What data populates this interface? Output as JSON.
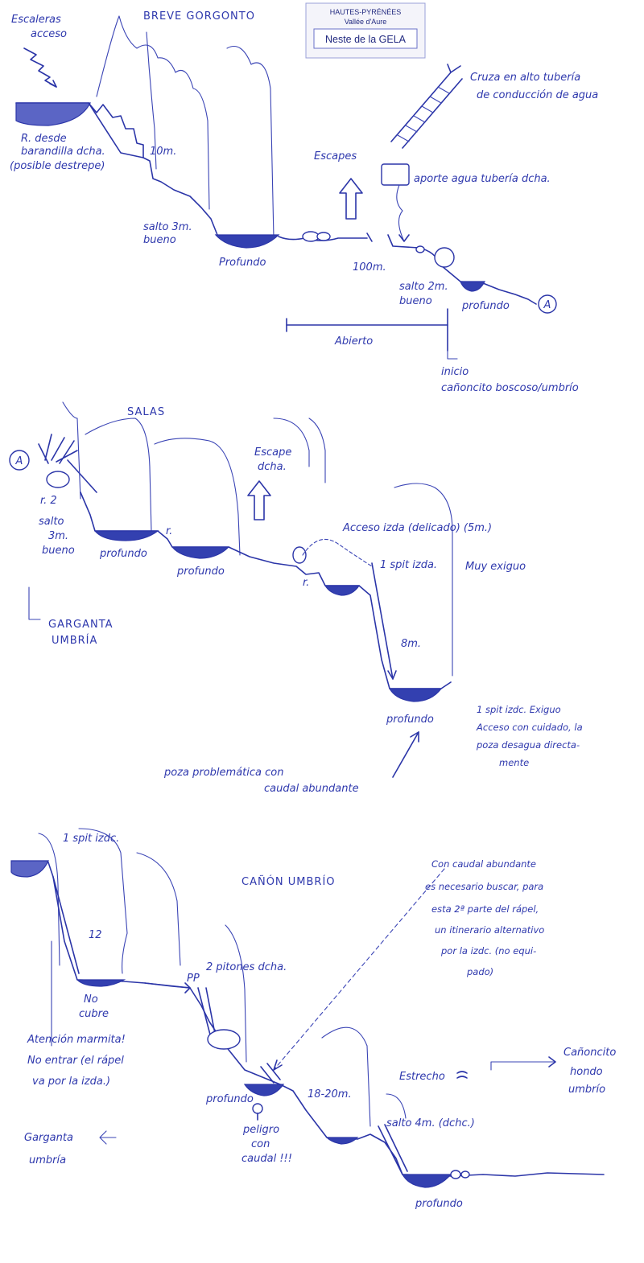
{
  "header": {
    "region": "HAUTES-PYRÉNÉES",
    "valley": "Vallée d'Aure",
    "name": "Neste de la GELA"
  },
  "section1": {
    "escaleras": [
      "Escaleras",
      "acceso"
    ],
    "breve": "BREVE GORGONTO",
    "r_desde": [
      "R. desde",
      "barandilla dcha.",
      "(posible destrepe)"
    ],
    "h10m": "10m.",
    "salto3": [
      "salto 3m.",
      "bueno"
    ],
    "profundo": "Profundo",
    "escapes": "Escapes",
    "d100m": "100m.",
    "cruza": [
      "Cruza en alto tubería",
      "de conducción de agua"
    ],
    "aporte": "aporte agua tubería dcha.",
    "salto2": [
      "salto 2m.",
      "bueno"
    ],
    "profundo2": "profundo",
    "markA": "A",
    "abierto": "Abierto",
    "inicio": [
      "inicio",
      "cañoncito boscoso/umbrío"
    ]
  },
  "section2": {
    "markA": "A",
    "salas": "SALAS",
    "r2": "r. 2",
    "salto3": [
      "salto",
      "3m.",
      "bueno"
    ],
    "profundo1": "profundo",
    "r1": "r.",
    "profundo2": "profundo",
    "escape": [
      "Escape",
      "dcha."
    ],
    "r3": "r.",
    "acceso": "Acceso izda (delicado) (5m.)",
    "spit": "1 spit izda.",
    "muy": "Muy exiguo",
    "h8m": "8m.",
    "garganta": [
      "GARGANTA",
      "UMBRÍA"
    ],
    "profundo3": "profundo",
    "spit2": [
      "1 spit izdc. Exiguo",
      "Acceso con cuidado, la",
      "poza desagua directa-",
      "mente"
    ],
    "poza": [
      "poza problemática con",
      "caudal abundante"
    ]
  },
  "section3": {
    "spit": "1 spit izdc.",
    "canon": "CAÑÓN UMBRÍO",
    "caudal": [
      "Con caudal abundante",
      "es necesario buscar, para",
      "esta 2ª parte del rápel,",
      "un itinerario alternativo",
      "por la izdc. (no equi-",
      "pado)"
    ],
    "h12": "12",
    "nocubre": [
      "No",
      "cubre"
    ],
    "pitones": "2 pitones dcha.",
    "pp": "PP",
    "atencion": [
      "Atención marmita!",
      "No entrar (el rápel",
      "va por la izda.)"
    ],
    "estrecho": "Estrecho",
    "canoncito": [
      "Cañoncito",
      "hondo",
      "umbrío"
    ],
    "profundo1": "profundo",
    "h1820": "18-20m.",
    "peligro": [
      "peligro",
      "con",
      "caudal !!!"
    ],
    "salto4": "salto 4m. (dchc.)",
    "garganta": [
      "Garganta",
      "umbría"
    ],
    "profundo2": "profundo"
  }
}
